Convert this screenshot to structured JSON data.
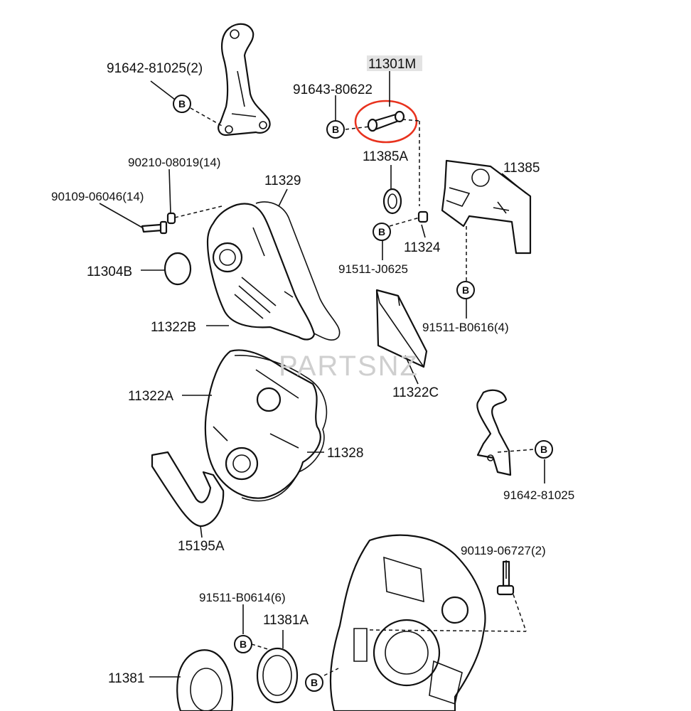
{
  "labels": {
    "p91642_81025_2": "91642-81025(2)",
    "p11301M": "11301M",
    "p91643_80622": "91643-80622",
    "p11385A": "11385A",
    "p11385": "11385",
    "p90210_08019": "90210-08019(14)",
    "p90109_06046": "90109-06046(14)",
    "p11329": "11329",
    "p11324": "11324",
    "p91511_J0625": "91511-J0625",
    "p11304B": "11304B",
    "p11322B": "11322B",
    "p91511_B0616": "91511-B0616(4)",
    "p11322C": "11322C",
    "p11322A": "11322A",
    "p11328": "11328",
    "p91642_81025": "91642-81025",
    "p15195A": "15195A",
    "p90119_06727": "90119-06727(2)",
    "p91511_B0614": "91511-B0614(6)",
    "p11381A": "11381A",
    "p11381": "11381"
  },
  "bolt_marker": "B",
  "watermark": "PARTSNZ",
  "highlight": {
    "part": "11301M",
    "circle_color": "#e8321e",
    "label_bg": "#e3e3e3"
  }
}
